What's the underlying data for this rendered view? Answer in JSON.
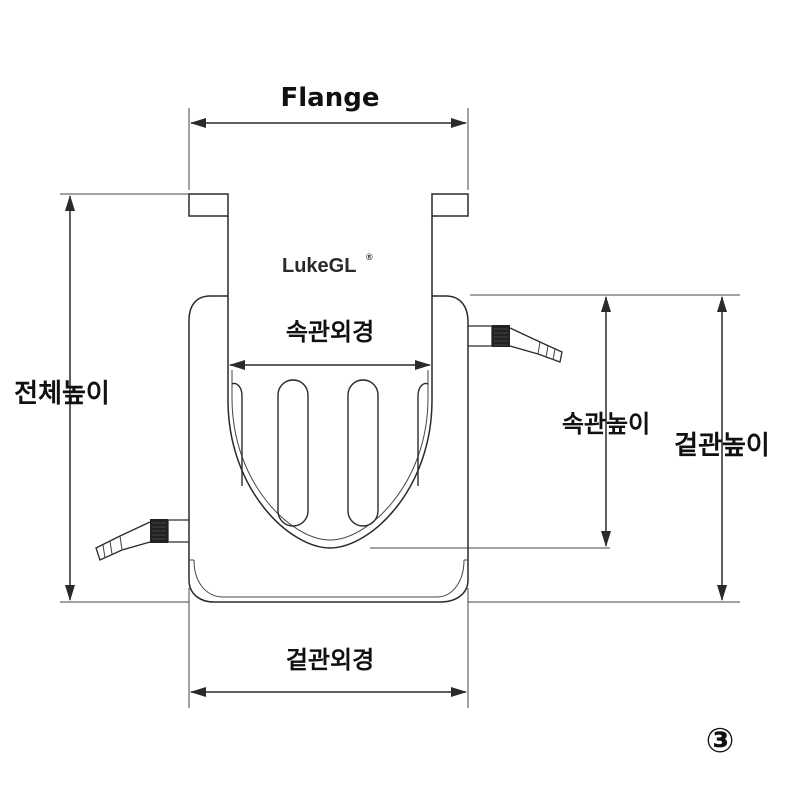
{
  "labels": {
    "flange": "Flange",
    "inner_outer_diameter": "속관외경",
    "total_height": "전체높이",
    "inner_height": "속관높이",
    "outer_height": "겉관높이",
    "outer_outer_diameter": "겉관외경",
    "figure_number": "③"
  },
  "logo": {
    "text": "LukeGL",
    "mark": "®"
  },
  "colors": {
    "line": "#2a2a2a",
    "text": "#111111",
    "hatch": "#222222"
  }
}
